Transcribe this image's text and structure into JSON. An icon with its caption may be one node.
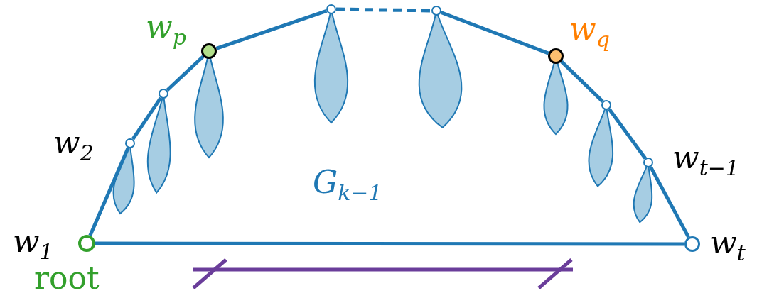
{
  "diagram": {
    "nodes": [
      {
        "text": [
          "w$_{1}$"
        ],
        "beside": [
          "root"
        ]
      },
      {
        "text": [
          "w$_{2}$"
        ]
      },
      {
        "text": [],
        "shape": "circle"
      },
      {
        "text": [
          "w$_{p}$"
        ]
      },
      {
        "text": [],
        "shape": "circle"
      },
      {
        "text": [],
        "shape": "circle"
      },
      {
        "text": [
          "w$_{q}$"
        ]
      },
      {
        "text": [],
        "shape": "circle"
      },
      {
        "text": [
          "w$_{t−1}$"
        ]
      },
      {
        "text": [
          "w$_{t}$"
        ]
      }
    ],
    "edges": [
      {
        "from": 0,
        "to": 1,
        "arrow": "none"
      },
      {
        "from": 1,
        "to": 2,
        "arrow": "none"
      },
      {
        "from": 2,
        "to": 3,
        "arrow": "none"
      },
      {
        "from": 3,
        "to": 4,
        "arrow": "none"
      },
      {
        "from": 4,
        "to": 5,
        "arrow": "none",
        "style": "dashed"
      },
      {
        "from": 5,
        "to": 6,
        "arrow": "none"
      },
      {
        "from": 6,
        "to": 7,
        "arrow": "none"
      },
      {
        "from": 7,
        "to": 8,
        "arrow": "none"
      },
      {
        "from": 8,
        "to": 9,
        "arrow": "none"
      },
      {
        "from": 9,
        "to": 0,
        "arrow": "none"
      }
    ],
    "labels": [
      "G$_{k−1}$"
    ]
  }
}
